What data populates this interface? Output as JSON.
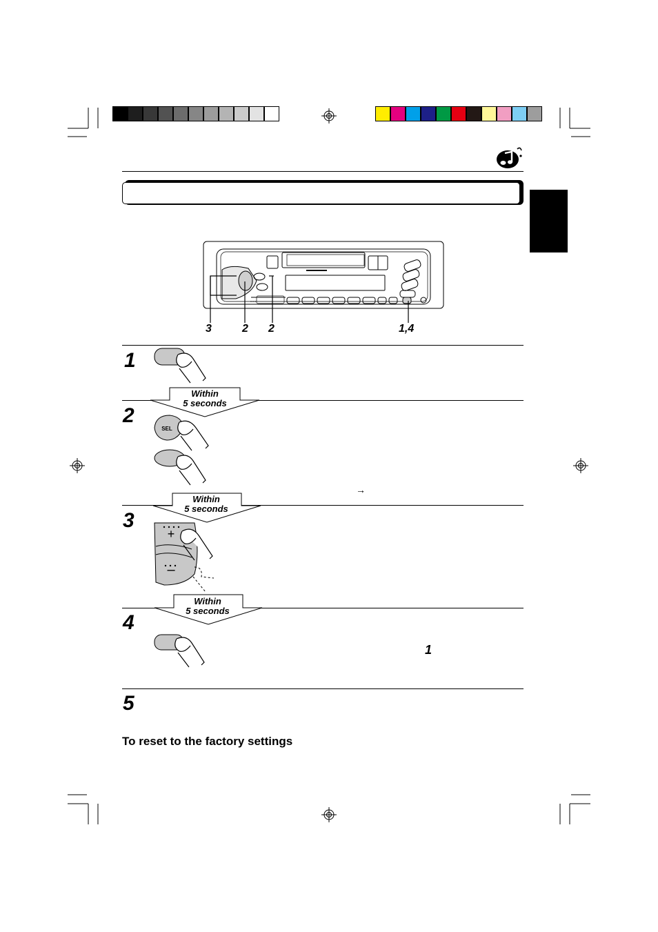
{
  "color_strip_left": [
    "#000000",
    "#1e1e1e",
    "#383838",
    "#525252",
    "#6c6c6c",
    "#868686",
    "#9c9c9c",
    "#b4b4b4",
    "#cbcbcb",
    "#e3e3e3",
    "#ffffff"
  ],
  "color_strip_right": [
    "#ffed00",
    "#e4007f",
    "#00a0e9",
    "#1d2088",
    "#009944",
    "#e60012",
    "#231815",
    "#fff799",
    "#f19ec2",
    "#7ecef4",
    "#9d9d9d"
  ],
  "callouts": {
    "c3": "3",
    "c2a": "2",
    "c2b": "2",
    "c14": "1,4"
  },
  "steps": {
    "s1": "1",
    "s2": "2",
    "s3": "3",
    "s4": "4",
    "s5": "5"
  },
  "within": {
    "w1_line1": "Within",
    "w1_line2": "5 seconds",
    "w2_line1": "Within",
    "w2_line2": "5 seconds",
    "w3_line1": "Within",
    "w3_line2": "5 seconds"
  },
  "sel_label": "SEL",
  "step4_ref": "1",
  "reset_heading": "To reset to the factory settings"
}
